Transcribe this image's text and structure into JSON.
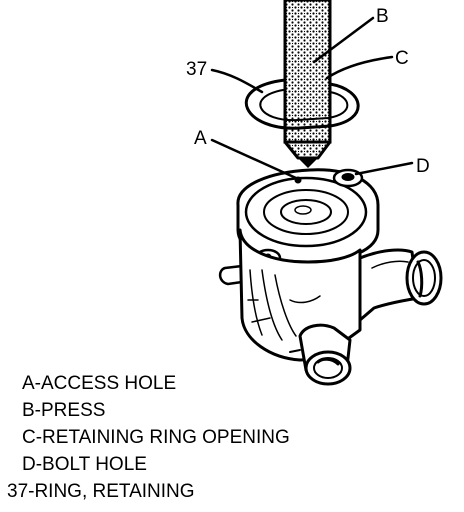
{
  "callouts": {
    "b": "B",
    "c": "C",
    "ring": "37",
    "a": "A",
    "d": "D"
  },
  "legend": [
    "A-ACCESS HOLE",
    "B-PRESS",
    "C-RETAINING RING OPENING",
    "D-BOLT HOLE",
    "37-RING, RETAINING"
  ]
}
